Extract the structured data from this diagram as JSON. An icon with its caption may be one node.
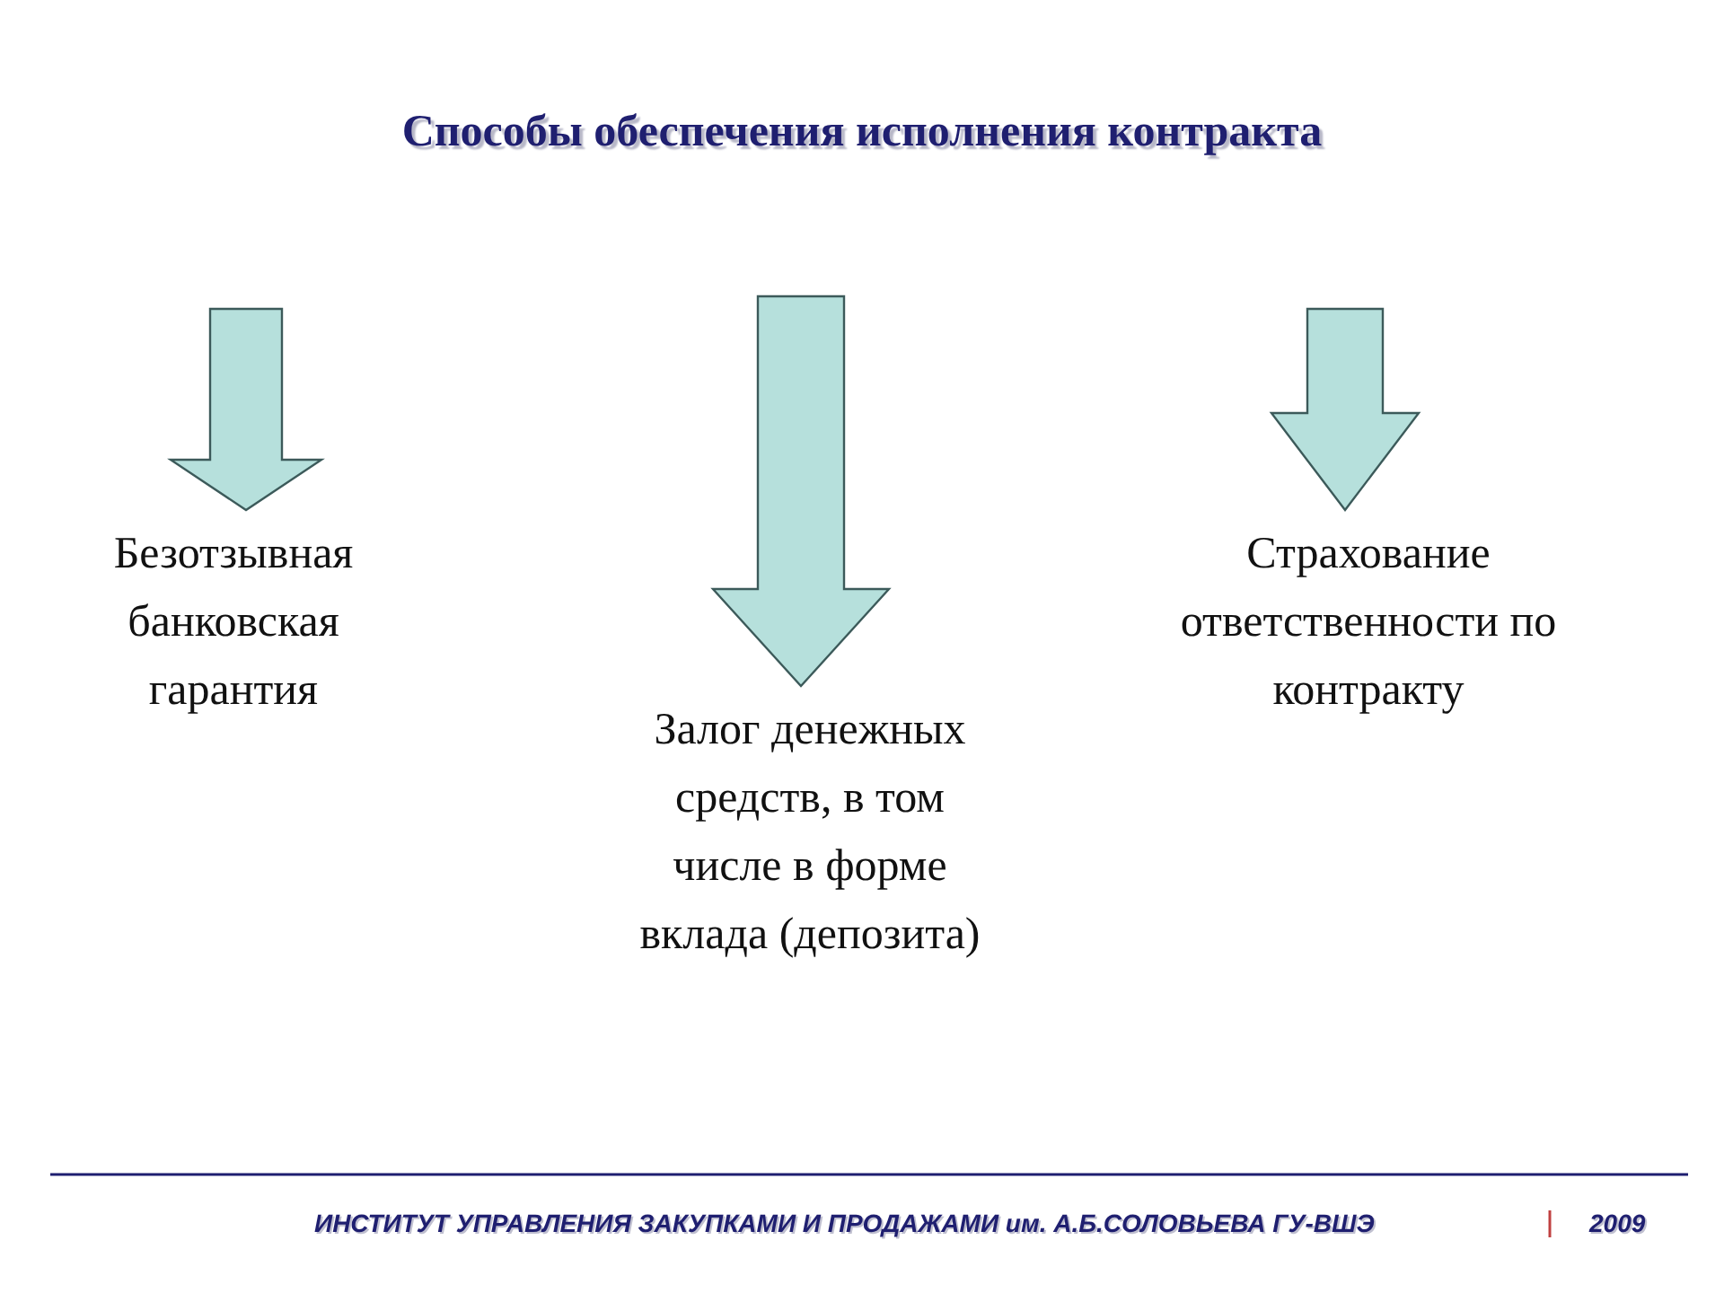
{
  "diagram": {
    "title": "Способы обеспечения исполнения контракта",
    "nodes": [
      {
        "text": [
          "Безотзывная банковская гарантия"
        ]
      },
      {
        "text": [
          "Залог денежных средств, в том числе в форме вклада (депозита)"
        ]
      },
      {
        "text": [
          "Страхование ответственности по контракту"
        ]
      }
    ],
    "edges": [
      {
        "from": null,
        "to": 0,
        "arrow": "to"
      },
      {
        "from": null,
        "to": 1,
        "arrow": "to"
      },
      {
        "from": null,
        "to": 2,
        "arrow": "to"
      }
    ],
    "labels": [
      "ИНСТИТУТ УПРАВЛЕНИЯ ЗАКУПКАМИ И ПРОДАЖАМИ им. А.Б.СОЛОВЬЕВА ГУ-ВШЭ",
      "2009"
    ]
  }
}
